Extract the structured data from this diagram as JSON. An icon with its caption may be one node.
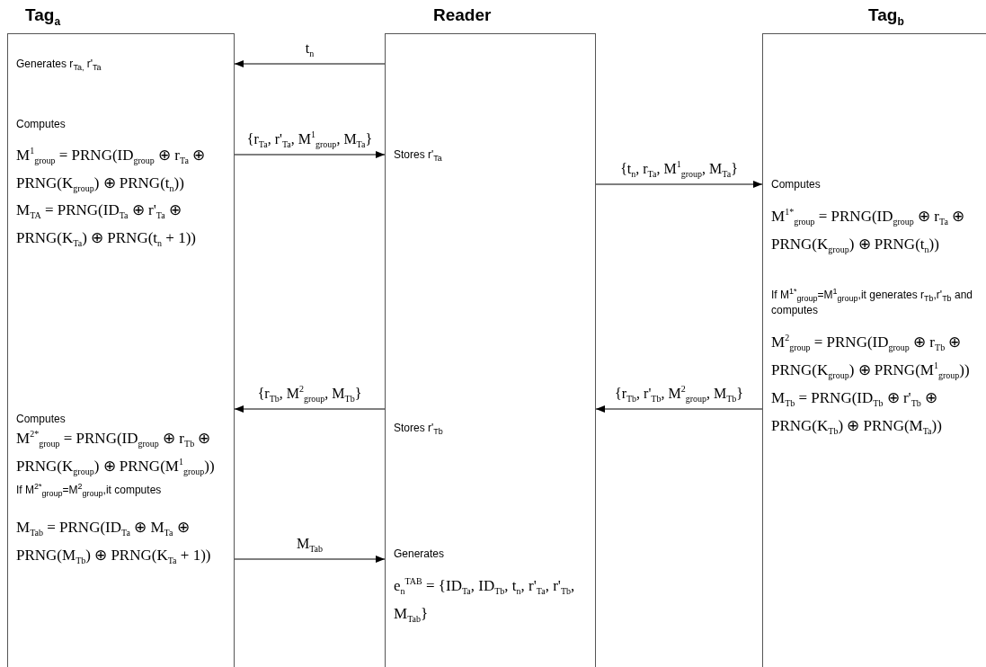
{
  "diagram": {
    "nodes": [
      {
        "text": [
          "Tag$_{a}$",
          "Generates r$_{Ta,}$ r'$_{Ta}$",
          "Computes",
          "M$^{1}$$_{group}$ = PRNG(ID$_{group}$ ⊕ r$_{Ta}$ ⊕ PRNG(K$_{group}$) ⊕ PRNG(t$_{n}$))",
          "M$_{TA}$ = PRNG(ID$_{Ta}$ ⊕ r'$_{Ta}$ ⊕ PRNG(K$_{Ta}$) ⊕ PRNG(t$_{n}$ + 1))",
          "Computes",
          "M$^{2*}$$_{group}$ = PRNG(ID$_{group}$ ⊕ r$_{Tb}$ ⊕ PRNG(K$_{group}$) ⊕ PRNG(M$^{1}$$_{group}$))",
          "If M$^{2*}$$_{group}$=M$^{2}$$_{group}$,it  computes",
          "M$_{Tab}$ = PRNG(ID$_{Ta}$ ⊕ M$_{Ta}$ ⊕ PRNG(M$_{Tb}$) ⊕ PRNG(K$_{Ta}$ + 1))"
        ]
      },
      {
        "text": [
          "Reader",
          "Stores r'$_{Ta}$",
          "Stores r'$_{Tb}$",
          "Generates",
          "e$_{n}$$^{TAB}$ = {ID$_{Ta}$, ID$_{Tb}$, t$_{n}$, r'$_{Ta}$, r'$_{Tb}$, M$_{Tab}$}"
        ]
      },
      {
        "text": [
          "Tag$_{b}$",
          "Computes",
          "M$^{1*}$$_{group}$ = PRNG(ID$_{group}$ ⊕ r$_{Ta}$ ⊕ PRNG(K$_{group}$) ⊕ PRNG(t$_{n}$))",
          "If M$^{1*}$$_{group}$=M$^{1}$$_{group}$,it generates r$_{Tb}$,r'$_{Tb}$ and computes",
          "M$^{2}$$_{group}$ = PRNG(ID$_{group}$ ⊕ r$_{Tb}$ ⊕ PRNG(K$_{group}$) ⊕ PRNG(M$^{1}$$_{group}$))",
          "M$_{Tb}$ = PRNG(ID$_{Tb}$ ⊕ r'$_{Tb}$ ⊕ PRNG(K$_{Tb}$) ⊕ PRNG(M$_{Ta}$))"
        ]
      }
    ],
    "edges": [
      {
        "from": 1,
        "to": 0,
        "arrow": "to",
        "label": "t$_{n}$"
      },
      {
        "from": 0,
        "to": 1,
        "arrow": "to",
        "label": "{r$_{Ta}$, r'$_{Ta}$, M$^{1}$$_{group}$, M$_{Ta}$}"
      },
      {
        "from": 1,
        "to": 2,
        "arrow": "to",
        "label": "{t$_{n}$, r$_{Ta}$, M$^{1}$$_{group}$, M$_{Ta}$}"
      },
      {
        "from": 2,
        "to": 1,
        "arrow": "to",
        "label": "{r$_{Tb}$, r'$_{Tb}$, M$^{2}$$_{group}$, M$_{Tb}$}"
      },
      {
        "from": 1,
        "to": 0,
        "arrow": "to",
        "label": "{r$_{Tb}$, M$^{2}$$_{group}$, M$_{Tb}$}"
      },
      {
        "from": 0,
        "to": 1,
        "arrow": "to",
        "label": "M$_{Tab}$"
      }
    ]
  }
}
